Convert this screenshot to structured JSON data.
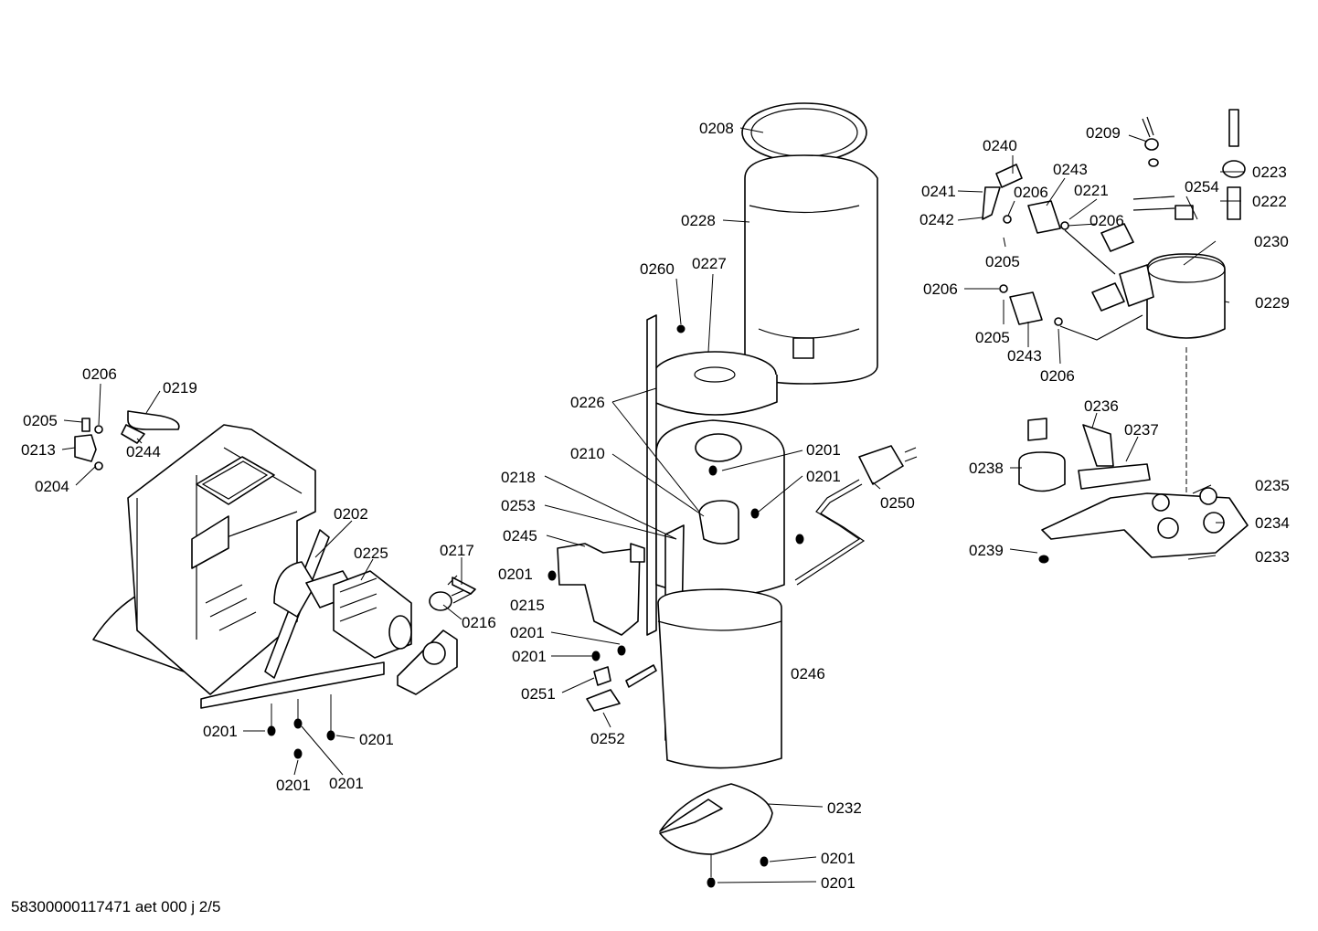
{
  "footer": {
    "text": "58300000117471 aet 000 j 2/5"
  },
  "labels": {
    "l0208": "0208",
    "l0228": "0228",
    "l0260": "0260",
    "l0227": "0227",
    "l0226": "0226",
    "l0210": "0210",
    "l0218": "0218",
    "l0253": "0253",
    "l0245": "0245",
    "l0201a": "0201",
    "l0215": "0215",
    "l0201b": "0201",
    "l0201c": "0201",
    "l0251": "0251",
    "l0252": "0252",
    "l0246": "0246",
    "l0201d": "0201",
    "l0201e": "0201",
    "l0250": "0250",
    "l0232": "0232",
    "l0201f": "0201",
    "l0201g": "0201",
    "l0206a": "0206",
    "l0219": "0219",
    "l0205a": "0205",
    "l0213": "0213",
    "l0244": "0244",
    "l0204": "0204",
    "l0202": "0202",
    "l0225": "0225",
    "l0217": "0217",
    "l0216": "0216",
    "l0201h": "0201",
    "l0201i": "0201",
    "l0201j": "0201",
    "l0201k": "0201",
    "l0240": "0240",
    "l0209": "0209",
    "l0243a": "0243",
    "l0241": "0241",
    "l0206b": "0206",
    "l0221": "0221",
    "l0254": "0254",
    "l0223": "0223",
    "l0222": "0222",
    "l0242": "0242",
    "l0206c": "0206",
    "l0230": "0230",
    "l0205b": "0205",
    "l0206d": "0206",
    "l0229": "0229",
    "l0205c": "0205",
    "l0243b": "0243",
    "l0206e": "0206",
    "l0236": "0236",
    "l0237": "0237",
    "l0238": "0238",
    "l0235": "0235",
    "l0234": "0234",
    "l0239": "0239",
    "l0233": "0233"
  }
}
